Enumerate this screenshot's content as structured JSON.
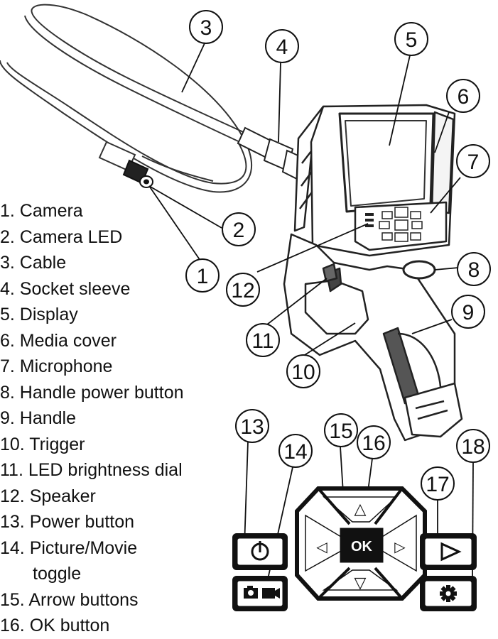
{
  "callouts": [
    "1",
    "2",
    "3",
    "4",
    "5",
    "6",
    "7",
    "8",
    "9",
    "10",
    "11",
    "12",
    "13",
    "14",
    "15",
    "16",
    "17",
    "18"
  ],
  "legend": [
    {
      "text": "1.  Camera"
    },
    {
      "text": "2.  Camera LED"
    },
    {
      "text": "3.  Cable"
    },
    {
      "text": "4.  Socket sleeve"
    },
    {
      "text": "5.  Display"
    },
    {
      "text": "6.  Media cover"
    },
    {
      "text": "7.  Microphone"
    },
    {
      "text": "8.  Handle power button"
    },
    {
      "text": "9.  Handle"
    },
    {
      "text": "10. Trigger"
    },
    {
      "text": "11. LED brightness dial"
    },
    {
      "text": "12. Speaker"
    },
    {
      "text": "13. Power button"
    },
    {
      "text": "14. Picture/Movie",
      "cont": "toggle"
    },
    {
      "text": "15. Arrow buttons"
    },
    {
      "text": "16. OK button"
    }
  ],
  "keypad": {
    "ok_label": "OK",
    "icons": [
      "power-icon",
      "camera-movie-icon",
      "arrow-up-icon",
      "arrow-down-icon",
      "arrow-left-icon",
      "arrow-right-icon",
      "play-icon",
      "gear-icon"
    ]
  }
}
